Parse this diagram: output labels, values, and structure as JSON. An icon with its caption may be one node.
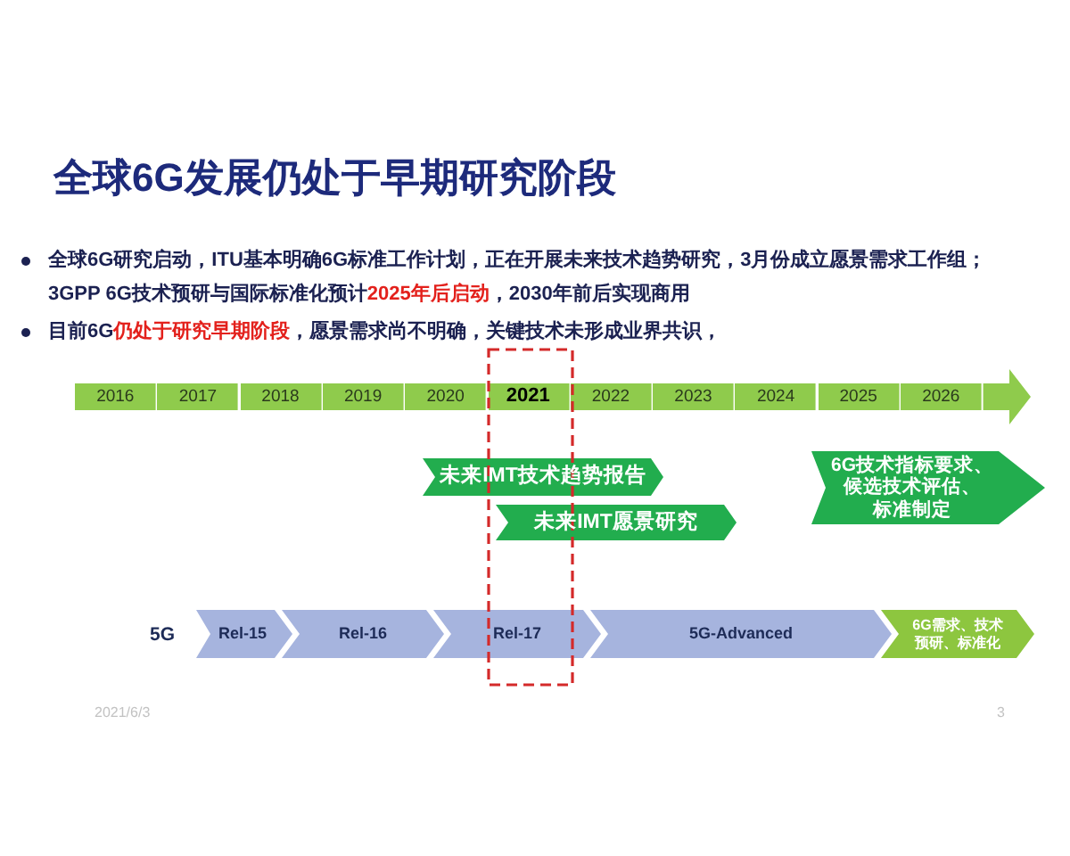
{
  "diagram": {
    "title": "全球6G发展仍处于早期研究阶段",
    "nodes": [
      {
        "text": [
          "2016"
        ]
      },
      {
        "text": [
          "2017"
        ]
      },
      {
        "text": [
          "2018"
        ]
      },
      {
        "text": [
          "2019"
        ]
      },
      {
        "text": [
          "2020"
        ]
      },
      {
        "text": [
          "2021"
        ]
      },
      {
        "text": [
          "2022"
        ]
      },
      {
        "text": [
          "2023"
        ]
      },
      {
        "text": [
          "2024"
        ]
      },
      {
        "text": [
          "2025"
        ]
      },
      {
        "text": [
          "2026"
        ]
      },
      {
        "text": [
          "未来IMT技术趋势报告"
        ]
      },
      {
        "text": [
          "未来IMT愿景研究"
        ]
      },
      {
        "text": [
          "6G技术指标要求、候选技术评估、标准制定"
        ]
      },
      {
        "text": [
          "Rel-15"
        ]
      },
      {
        "text": [
          "Rel-16"
        ]
      },
      {
        "text": [
          "Rel-17"
        ]
      },
      {
        "text": [
          "5G-Advanced"
        ]
      },
      {
        "text": [
          "6G需求、技术预研、标准化"
        ]
      }
    ],
    "labels": [
      "全球6G研究启动，ITU基本明确6G标准工作计划，正在开展未来技术趋势研究，3月份成立愿景需求工作组；3GPP 6G技术预研与国际标准化预计**2025年后启动**，2030年前后实现商用",
      "目前6G**仍处于研究早期阶段**，愿景需求尚不明确，关键技术未形成业界共识，",
      "5G",
      "2021/6/3",
      "3"
    ]
  }
}
